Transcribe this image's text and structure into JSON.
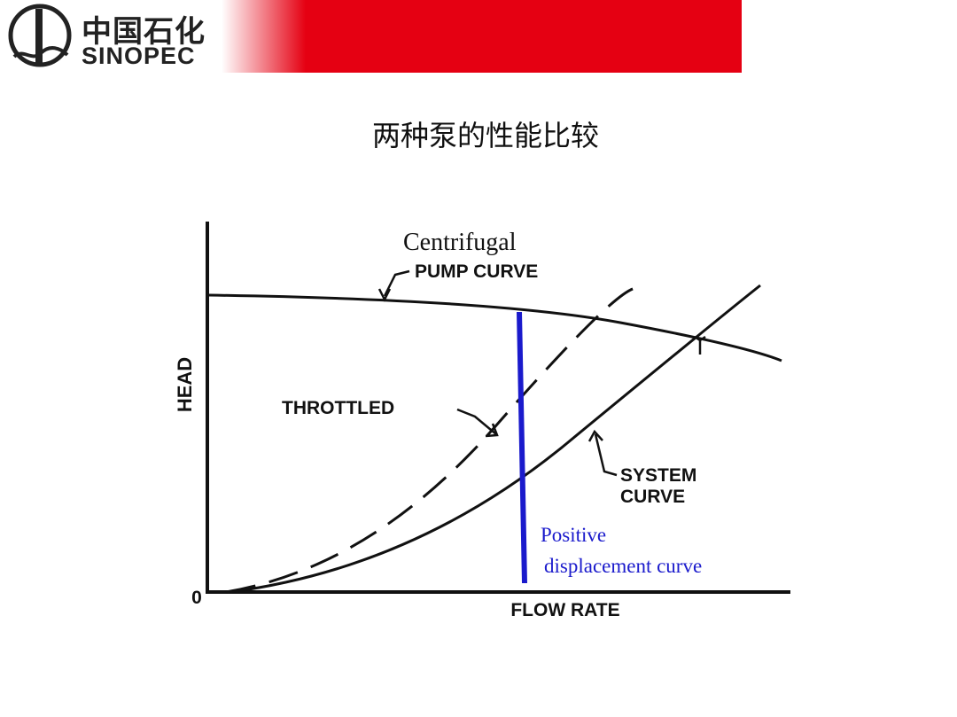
{
  "header": {
    "brand_cn": "中国石化",
    "brand_en": "SINOPEC",
    "logo_icon": "sinopec-logo-icon",
    "band_color": "#e50012"
  },
  "slide": {
    "title": "两种泵的性能比较"
  },
  "diagram": {
    "y_axis_label": "HEAD",
    "x_axis_label": "FLOW RATE",
    "origin_label": "0",
    "pump_curve_label_1": "Centrifugal",
    "pump_curve_label_2": "PUMP CURVE",
    "throttled_label": "THROTTLED",
    "system_curve_label_1": "SYSTEM",
    "system_curve_label_2": "CURVE",
    "pd_label_1": "Positive",
    "pd_label_2": "displacement curve",
    "pd_color": "#1a1acc"
  }
}
